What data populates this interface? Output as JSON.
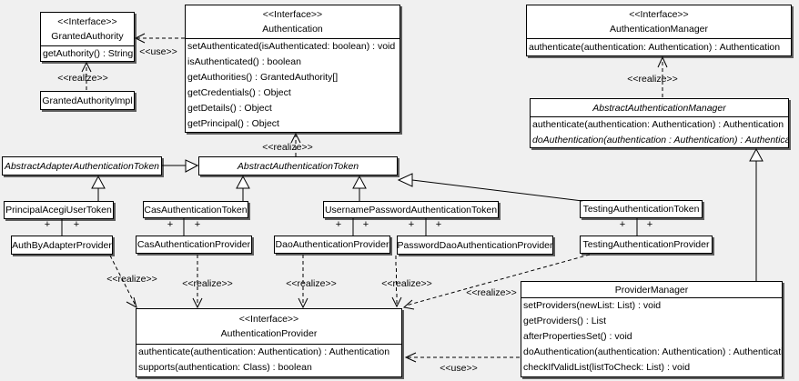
{
  "labels": {
    "use": "<<use>>",
    "realize": "<<realize>>",
    "plus": "+"
  },
  "classes": {
    "granted_authority": {
      "stereotype": "<<Interface>>",
      "name": "GrantedAuthority",
      "methods": [
        "getAuthority() : String"
      ]
    },
    "granted_authority_impl": {
      "name": "GrantedAuthorityImpl"
    },
    "authentication": {
      "stereotype": "<<Interface>>",
      "name": "Authentication",
      "methods": [
        "setAuthenticated(isAuthenticated: boolean) : void",
        "isAuthenticated() : boolean",
        "getAuthorities() : GrantedAuthority[]",
        "getCredentials() : Object",
        "getDetails() : Object",
        "getPrincipal() : Object"
      ]
    },
    "authentication_manager": {
      "stereotype": "<<Interface>>",
      "name": "AuthenticationManager",
      "methods": [
        "authenticate(authentication: Authentication) : Authentication"
      ]
    },
    "abstract_authentication_manager": {
      "name": "AbstractAuthenticationManager",
      "methods": [
        "authenticate(authentication: Authentication) : Authentication",
        "doAuthentication(authentication : Authentication) : Authentication"
      ]
    },
    "abstract_adapter_authentication_token": {
      "name": "AbstractAdapterAuthenticationToken"
    },
    "abstract_authentication_token": {
      "name": "AbstractAuthenticationToken"
    },
    "principal_acegi_user_token": {
      "name": "PrincipalAcegiUserToken"
    },
    "auth_by_adapter_provider": {
      "name": "AuthByAdapterProvider"
    },
    "cas_authentication_token": {
      "name": "CasAuthenticationToken"
    },
    "cas_authentication_provider": {
      "name": "CasAuthenticationProvider"
    },
    "username_password_authentication_token": {
      "name": "UsernamePasswordAuthenticationToken"
    },
    "dao_authentication_provider": {
      "name": "DaoAuthenticationProvider"
    },
    "password_dao_authentication_provider": {
      "name": "PasswordDaoAuthenticationProvider"
    },
    "testing_authentication_token": {
      "name": "TestingAuthenticationToken"
    },
    "testing_authentication_provider": {
      "name": "TestingAuthenticationProvider"
    },
    "authentication_provider": {
      "stereotype": "<<Interface>>",
      "name": "AuthenticationProvider",
      "methods": [
        "authenticate(authentication: Authentication) : Authentication",
        "supports(authentication: Class) : boolean"
      ]
    },
    "provider_manager": {
      "name": "ProviderManager",
      "methods": [
        "setProviders(newList: List) : void",
        "getProviders() : List",
        "afterPropertiesSet() : void",
        "doAuthentication(authentication: Authentication) : Authentication",
        "checkIfValidList(listToCheck: List) : void"
      ]
    }
  },
  "colors": {
    "background": "#f0f0f0",
    "box_fill": "#ffffff",
    "line": "#000000",
    "shadow": "#5e5e5e"
  }
}
